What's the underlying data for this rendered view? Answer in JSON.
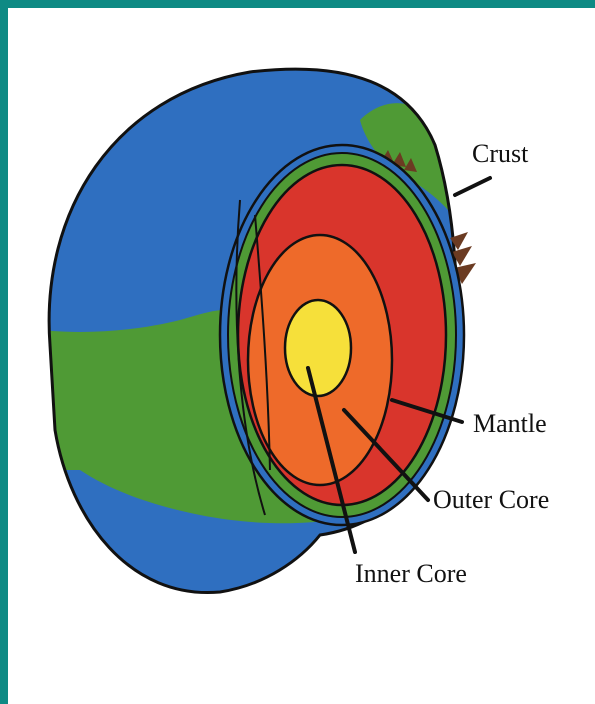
{
  "diagram": {
    "labels": {
      "crust": "Crust",
      "mantle": "Mantle",
      "outer_core": "Outer Core",
      "inner_core": "Inner Core"
    },
    "colors": {
      "frame": "#0e8a84",
      "ocean": "#2f6fc0",
      "land": "#4f9a35",
      "mantle": "#d9352c",
      "outer_core": "#ee6a2a",
      "inner_core": "#f6e03a",
      "mountains": "#6b3b22",
      "outline": "#111111"
    }
  }
}
